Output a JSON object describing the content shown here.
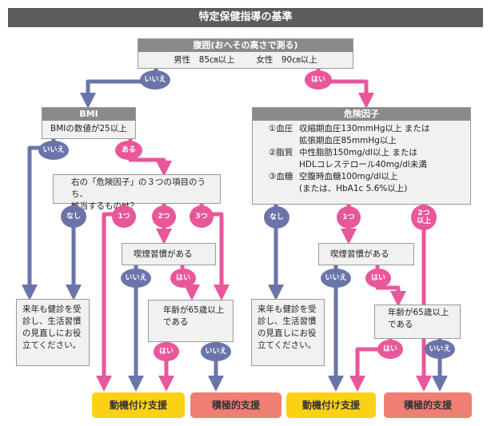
{
  "title": "特定保健指導の基準",
  "waist": {
    "header": "腹囲(おへその高さで測る)",
    "male": "男性　85㎝以上",
    "female": "女性　90㎝以上"
  },
  "bmi": {
    "header": "BMI",
    "text": "BMIの数値が25以上"
  },
  "risk": {
    "header": "危険因子",
    "rows": [
      {
        "label": "①血圧",
        "line1": "収縮期血圧130mmHg以上 または",
        "line2": "拡張期血圧85mmHg以上"
      },
      {
        "label": "②脂質",
        "line1": "中性脂肪150mg/dl以上 または",
        "line2": "HDLコレステロール40mg/dl未満"
      },
      {
        "label": "③血糖",
        "line1": "空腹時血糖100mg/dl以上",
        "line2": "(または、HbA1c 5.6%以上)"
      }
    ]
  },
  "question": {
    "line1": "右の「危険因子」の３つの項目のうち、",
    "line2": "該当するものは？"
  },
  "smoking": "喫煙習慣がある",
  "age": {
    "line1": "年齢が65歳以上",
    "line2": "である"
  },
  "advice": {
    "line1": "来年も健診を受",
    "line2": "診し、生活習慣",
    "line3": "の見直しにお役",
    "line4": "立てください。"
  },
  "badges": {
    "yes": "はい",
    "no": "いいえ",
    "aru": "ある",
    "nashi": "なし",
    "one": "1つ",
    "two": "2つ",
    "three": "3つ",
    "two_or_more_1": "2つ",
    "two_or_more_2": "以上"
  },
  "outcomes": {
    "motivational": "動機付け支援",
    "active": "積極的支援"
  },
  "colors": {
    "title_bar": "#5c5c5c",
    "box_header": "#8a8a8a",
    "box_fill": "#f1f1f1",
    "pink": "#e8579a",
    "blue": "#6b74a9",
    "yellow": "#fbd116",
    "salmon": "#ef7e73"
  }
}
